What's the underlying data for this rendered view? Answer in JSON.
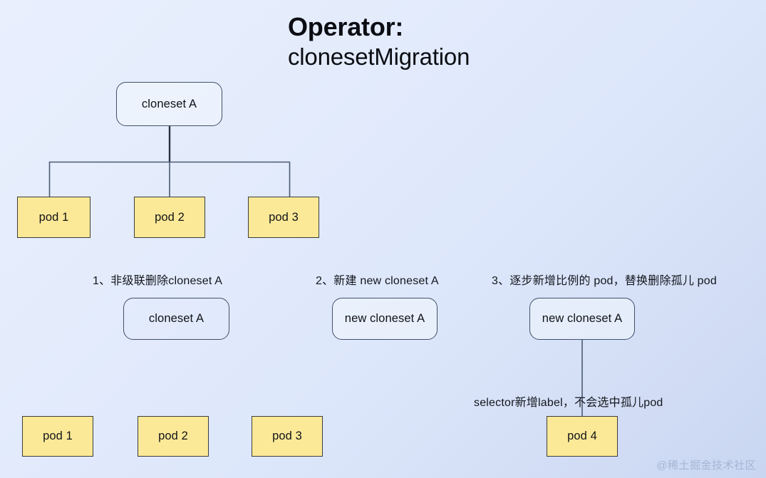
{
  "title": {
    "line1": "Operator:",
    "line2": "clonesetMigration"
  },
  "diagram": {
    "top_section": {
      "root": {
        "label": "cloneset A"
      },
      "pods": [
        {
          "label": "pod 1"
        },
        {
          "label": "pod 2"
        },
        {
          "label": "pod 3"
        }
      ]
    },
    "steps": [
      {
        "label": "1、非级联删除cloneset A"
      },
      {
        "label": "2、新建 new cloneset A"
      },
      {
        "label": "3、逐步新增比例的 pod，替换删除孤儿 pod"
      }
    ],
    "step_nodes": [
      {
        "label": "cloneset A"
      },
      {
        "label": "new cloneset A"
      },
      {
        "label": "new cloneset A"
      }
    ],
    "annotation": {
      "label": "selector新增label，不会选中孤儿pod"
    },
    "bottom_pods": [
      {
        "label": "pod 1"
      },
      {
        "label": "pod 2"
      },
      {
        "label": "pod 3"
      },
      {
        "label": "pod 4"
      }
    ]
  },
  "watermark": {
    "label": "@稀土掘金技术社区"
  },
  "colors": {
    "pod_fill": "#fce997",
    "pod_border": "#3c3c3c",
    "node_border": "#41506b",
    "edge": "#4a5a74",
    "background_start": "#e9effd",
    "background_end": "#c9d6f1",
    "text": "#13161c",
    "watermark": "#9fb0d0"
  }
}
